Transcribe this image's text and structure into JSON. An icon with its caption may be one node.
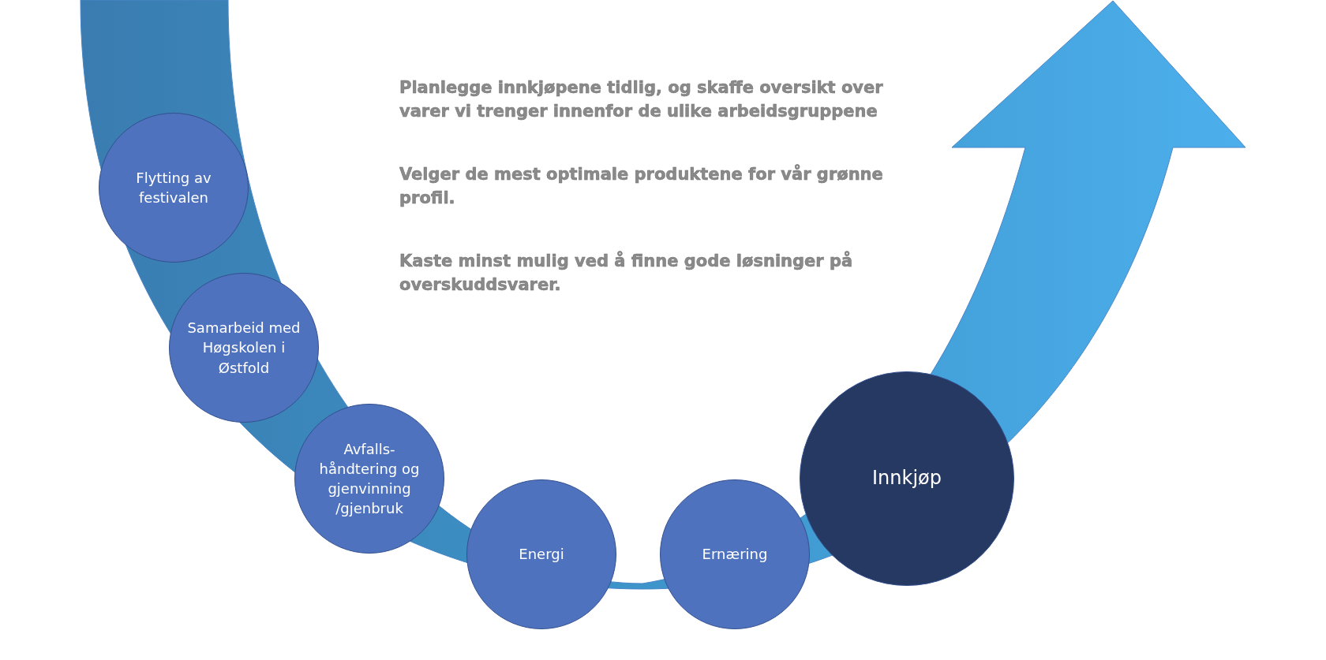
{
  "diagram": {
    "nodes": [
      {
        "text": [
          "Flytting av festivalen"
        ]
      },
      {
        "text": [
          "Samarbeid med Høgskolen i Østfold"
        ]
      },
      {
        "text": [
          "Avfalls-håndtering og gjenvinning /gjenbruk"
        ]
      },
      {
        "text": [
          "Energi"
        ]
      },
      {
        "text": [
          "Ernæring"
        ]
      },
      {
        "text": [
          "Innkjøp"
        ]
      }
    ],
    "labels": [
      "Planlegge innkjøpene tidlig, og skaffe oversikt over varer vi trenger innenfor de ulike arbeidsgruppene",
      "Velger de mest optimale produktene for vår grønne profil.",
      "Kaste minst mulig ved å finne gode løsninger på overskuddsvarer."
    ]
  }
}
